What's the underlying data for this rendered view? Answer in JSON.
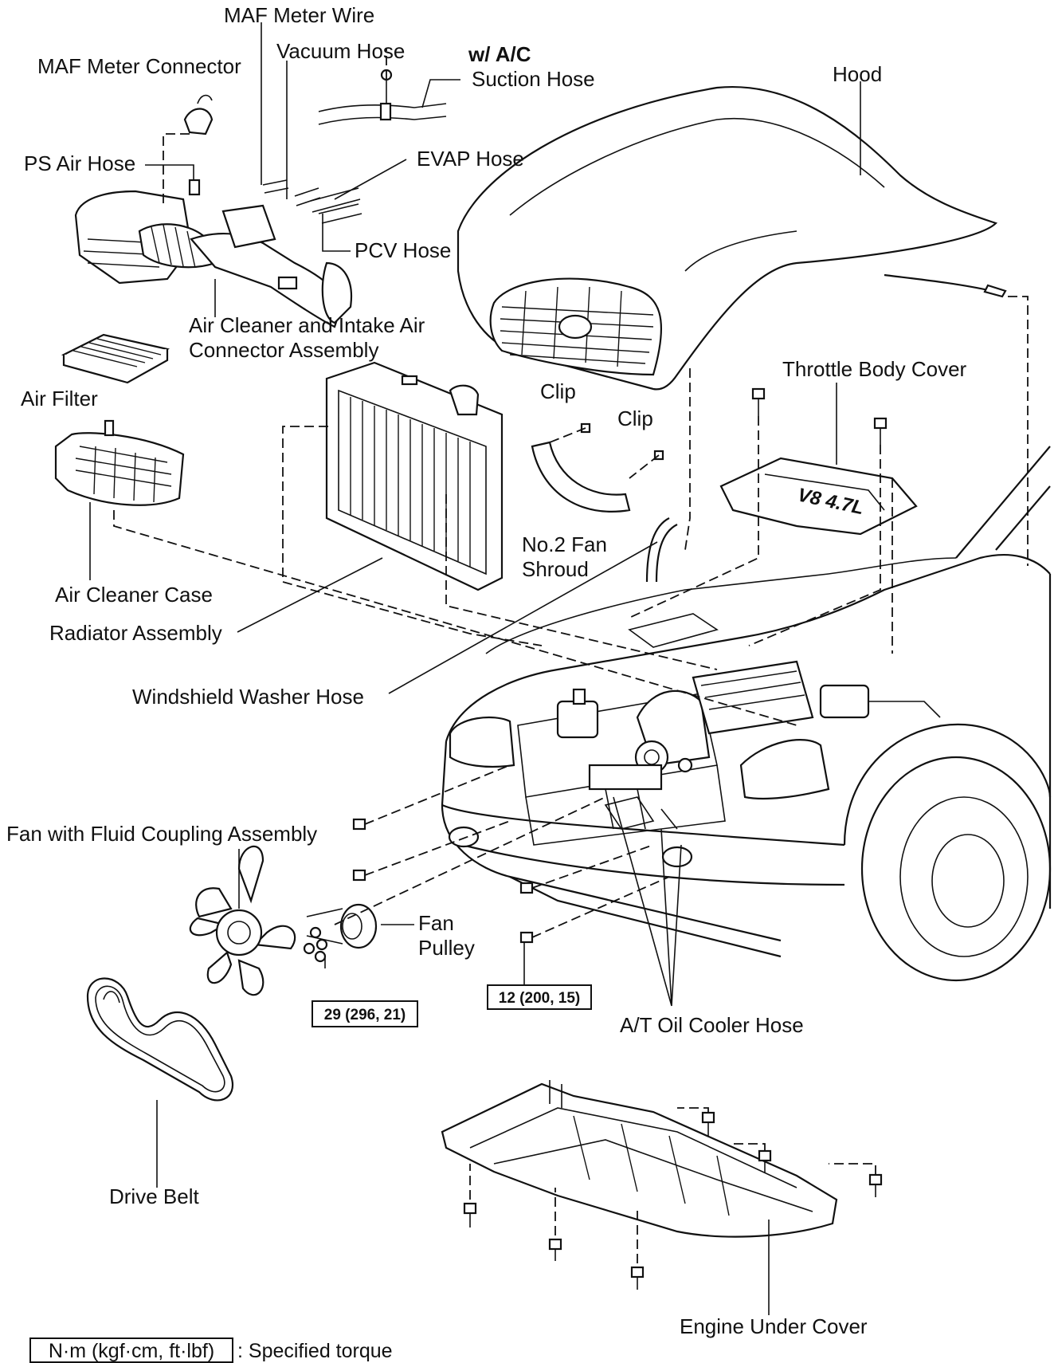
{
  "labels": {
    "maf_wire": "MAF Meter Wire",
    "maf_connector": "MAF Meter Connector",
    "vacuum_hose": "Vacuum Hose",
    "wac": "w/ A/C",
    "suction_hose": "Suction Hose",
    "hood": "Hood",
    "ps_air_hose": "PS Air Hose",
    "evap_hose": "EVAP Hose",
    "pcv_hose": "PCV Hose",
    "air_cleaner_assy_1": "Air Cleaner and Intake Air",
    "air_cleaner_assy_2": "Connector Assembly",
    "throttle_body_cover": "Throttle Body Cover",
    "clip_1": "Clip",
    "clip_2": "Clip",
    "air_filter": "Air Filter",
    "no2_fan_shroud_1": "No.2 Fan",
    "no2_fan_shroud_2": "Shroud",
    "air_cleaner_case": "Air Cleaner Case",
    "radiator_assy": "Radiator Assembly",
    "washer_hose": "Windshield Washer Hose",
    "fan_coupling": "Fan with Fluid Coupling Assembly",
    "fan_pulley_1": "Fan",
    "fan_pulley_2": "Pulley",
    "at_oil_cooler_hose": "A/T Oil Cooler Hose",
    "drive_belt": "Drive Belt",
    "engine_under_cover": "Engine Under Cover",
    "throttle_cover_marking": "V8 4.7L"
  },
  "torques": {
    "fan_pulley": "29 (296, 21)",
    "bracket": "12 (200, 15)"
  },
  "legend": {
    "unit": "N·m (kgf·cm, ft·lbf)",
    "text": ": Specified torque"
  }
}
